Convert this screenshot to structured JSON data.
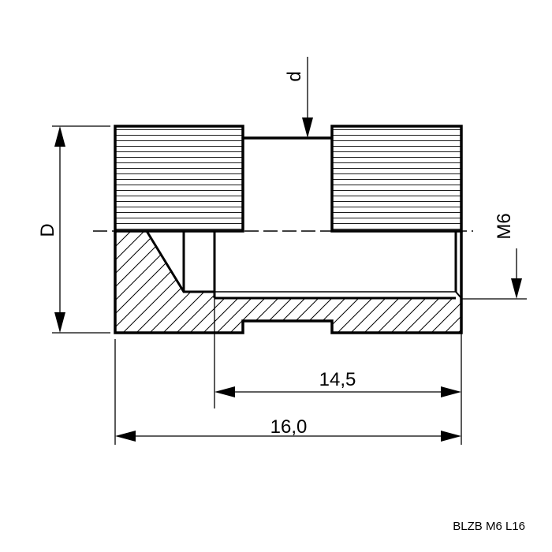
{
  "drawing": {
    "labels": {
      "outer_diameter": "D",
      "inner_diameter": "d",
      "thread": "M6",
      "thread_length": "14,5",
      "total_length": "16,0"
    },
    "caption": "BLZB M6 L16",
    "colors": {
      "line": "#000000",
      "background": "#ffffff"
    }
  }
}
